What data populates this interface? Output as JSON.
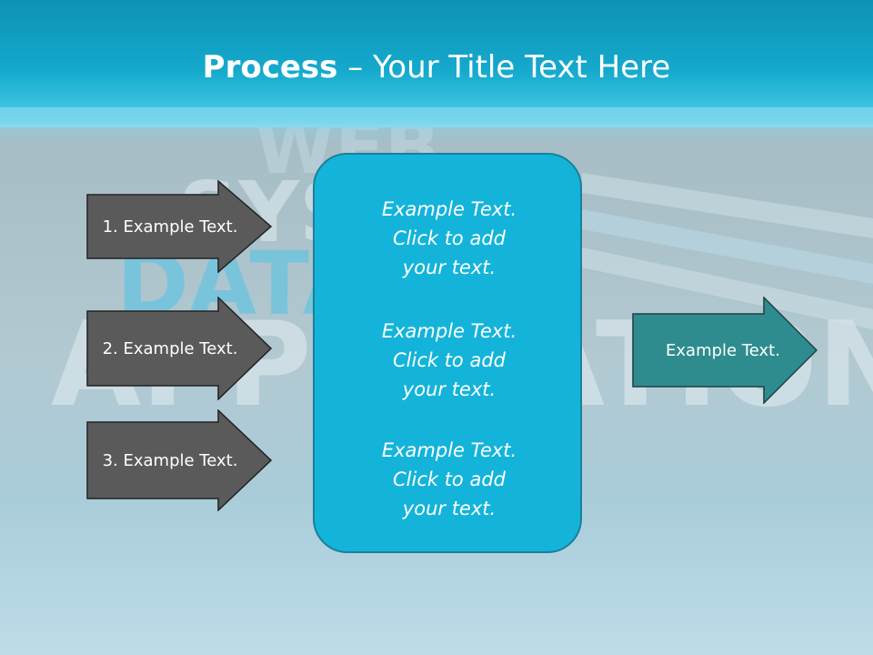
{
  "title": {
    "bold": "Process",
    "separator": " – ",
    "rest": "Your Title Text Here"
  },
  "background_words": [
    "WEB",
    "SYSTEM",
    "DATA",
    "APPLICATION"
  ],
  "steps": [
    {
      "label": "1. Example Text."
    },
    {
      "label": "2. Example Text."
    },
    {
      "label": "3. Example Text."
    }
  ],
  "center_box": {
    "items": [
      {
        "line1": "Example Text.",
        "line2": "Click  to add",
        "line3": "your text."
      },
      {
        "line1": "Example Text.",
        "line2": "Click  to add",
        "line3": "your text."
      },
      {
        "line1": "Example Text.",
        "line2": "Click  to add",
        "line3": "your text."
      }
    ]
  },
  "output": {
    "label": "Example Text."
  },
  "colors": {
    "title_band": "#14a9cc",
    "step_arrow": "#5a5a5a",
    "output_arrow": "#2e8c8e",
    "center_box": "#14b4da",
    "center_box_border": "#1b7f99"
  }
}
